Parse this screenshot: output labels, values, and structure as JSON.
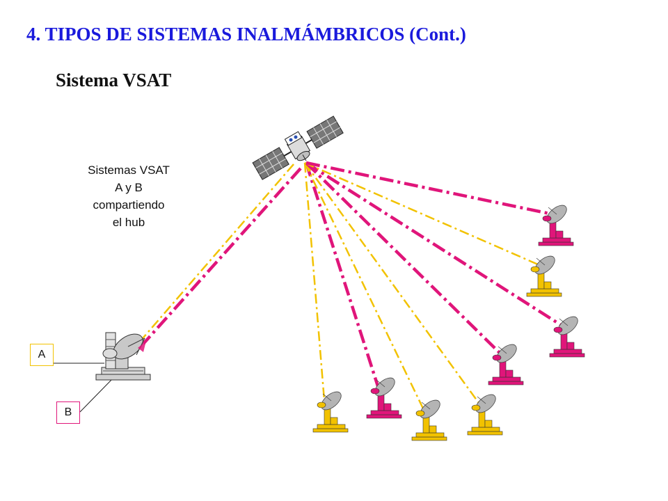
{
  "title": "4.  TIPOS DE SISTEMAS INALMÁMBRICOS (Cont.)",
  "subtitle": "Sistema  VSAT",
  "caption_lines": [
    "Sistemas VSAT",
    "A  y  B",
    "compartiendo",
    "el hub"
  ],
  "labels": {
    "a": "A",
    "b": "B"
  },
  "colors": {
    "title": "#1a1adc",
    "system_a": "#f2c200",
    "system_b": "#e0157a",
    "dish_gray": "#b4b4b4"
  },
  "icons": {
    "satellite": "satellite-icon",
    "hub": "hub-antenna-icon",
    "terminal": "vsat-terminal-icon"
  }
}
